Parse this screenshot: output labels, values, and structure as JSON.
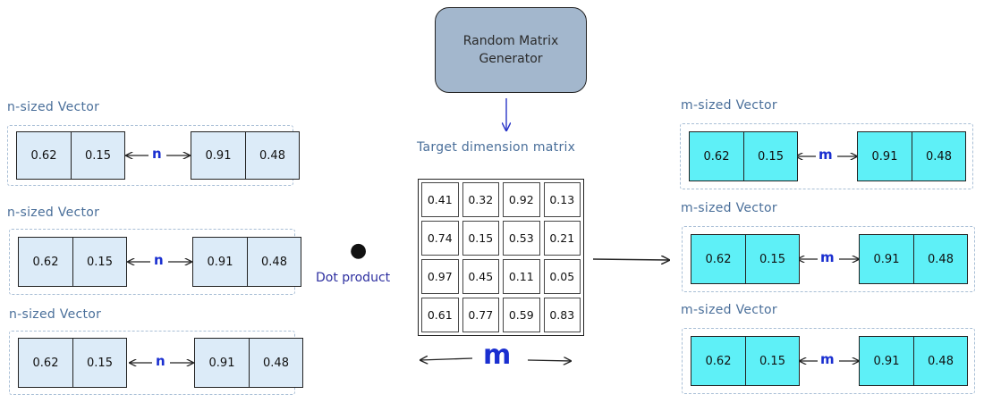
{
  "generator": {
    "label": "Random Matrix\nGenerator"
  },
  "target_matrix": {
    "title": "Target dimension matrix",
    "rows": [
      [
        "0.41",
        "0.32",
        "0.92",
        "0.13"
      ],
      [
        "0.74",
        "0.15",
        "0.53",
        "0.21"
      ],
      [
        "0.97",
        "0.45",
        "0.11",
        "0.05"
      ],
      [
        "0.61",
        "0.77",
        "0.59",
        "0.83"
      ]
    ],
    "dimension_label": "m"
  },
  "operation": {
    "label": "Dot product",
    "symbol": "●"
  },
  "input_vectors": [
    {
      "title": "n-sized Vector",
      "left": [
        "0.62",
        "0.15"
      ],
      "right": [
        "0.91",
        "0.48"
      ],
      "dim": "n"
    },
    {
      "title": "n-sized Vector",
      "left": [
        "0.62",
        "0.15"
      ],
      "right": [
        "0.91",
        "0.48"
      ],
      "dim": "n"
    },
    {
      "title": "n-sized Vector",
      "left": [
        "0.62",
        "0.15"
      ],
      "right": [
        "0.91",
        "0.48"
      ],
      "dim": "n"
    }
  ],
  "output_vectors": [
    {
      "title": "m-sized Vector",
      "left": [
        "0.62",
        "0.15"
      ],
      "right": [
        "0.91",
        "0.48"
      ],
      "dim": "m"
    },
    {
      "title": "m-sized Vector",
      "left": [
        "0.62",
        "0.15"
      ],
      "right": [
        "0.91",
        "0.48"
      ],
      "dim": "m"
    },
    {
      "title": "m-sized Vector",
      "left": [
        "0.62",
        "0.15"
      ],
      "right": [
        "0.91",
        "0.48"
      ],
      "dim": "m"
    }
  ],
  "colors": {
    "input_fill": "#dcebf8",
    "output_fill": "#5ef0f7",
    "generator_fill": "#a3b7cd",
    "title_color": "#4a6f9a",
    "dim_color": "#1a2fd0"
  }
}
